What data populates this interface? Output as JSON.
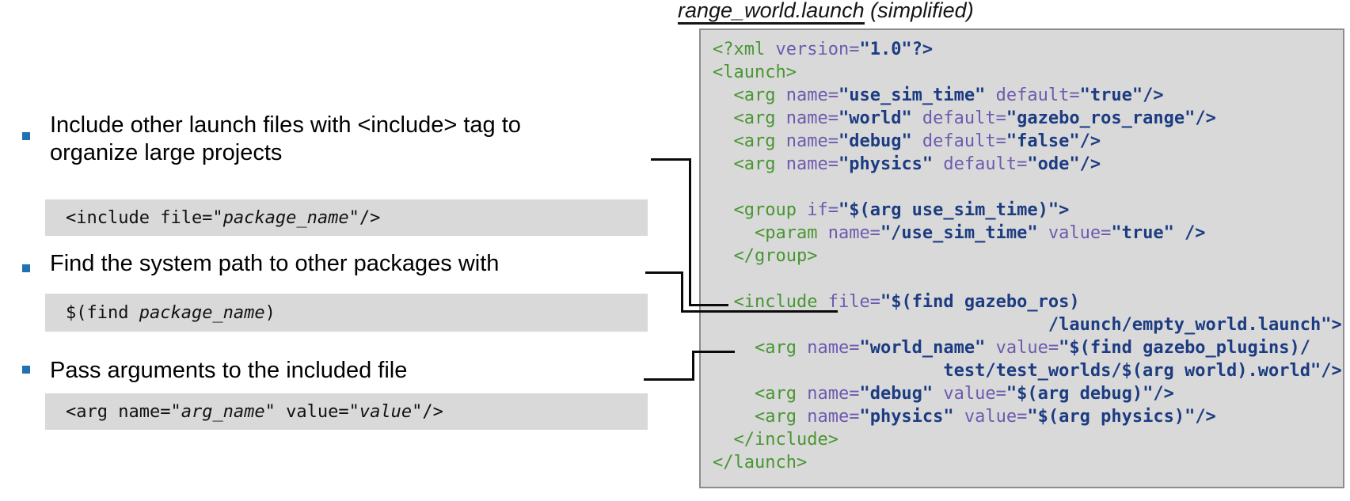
{
  "title": {
    "filename": "range_world.launch",
    "suffix": " (simplified)"
  },
  "bullets": [
    {
      "text": "Include other launch files with <include> tag to\norganize large projects",
      "code": [
        [
          "c",
          "<include file=\""
        ],
        [
          "i",
          "package_name"
        ],
        [
          "c",
          "\"/>"
        ]
      ]
    },
    {
      "text": "Find the system path to other packages with",
      "code": [
        [
          "c",
          "$(find "
        ],
        [
          "i",
          "package_name"
        ],
        [
          "c",
          ")"
        ]
      ]
    },
    {
      "text": "Pass arguments to the included file",
      "code": [
        [
          "c",
          "<arg name=\""
        ],
        [
          "i",
          "arg_name"
        ],
        [
          "c",
          "\" value=\""
        ],
        [
          "i",
          "value"
        ],
        [
          "c",
          "\"/>"
        ]
      ]
    }
  ],
  "code_block": {
    "lines": [
      [
        [
          "g",
          "<?xml "
        ],
        [
          "p",
          "version="
        ],
        [
          "b",
          "\"1.0\"?>"
        ]
      ],
      [
        [
          "g",
          "<launch>"
        ]
      ],
      [
        [
          "k",
          "  "
        ],
        [
          "g",
          "<arg "
        ],
        [
          "p",
          "name="
        ],
        [
          "b",
          "\"use_sim_time\""
        ],
        [
          "p",
          " default="
        ],
        [
          "b",
          "\"true\"/>"
        ]
      ],
      [
        [
          "k",
          "  "
        ],
        [
          "g",
          "<arg "
        ],
        [
          "p",
          "name="
        ],
        [
          "b",
          "\"world\""
        ],
        [
          "p",
          " default="
        ],
        [
          "b",
          "\"gazebo_ros_range\"/>"
        ]
      ],
      [
        [
          "k",
          "  "
        ],
        [
          "g",
          "<arg "
        ],
        [
          "p",
          "name="
        ],
        [
          "b",
          "\"debug\""
        ],
        [
          "p",
          " default="
        ],
        [
          "b",
          "\"false\"/>"
        ]
      ],
      [
        [
          "k",
          "  "
        ],
        [
          "g",
          "<arg "
        ],
        [
          "p",
          "name="
        ],
        [
          "b",
          "\"physics\""
        ],
        [
          "p",
          " default="
        ],
        [
          "b",
          "\"ode\"/>"
        ]
      ],
      [],
      [
        [
          "k",
          "  "
        ],
        [
          "g",
          "<group "
        ],
        [
          "p",
          "if="
        ],
        [
          "b",
          "\"$(arg use_sim_time)\">"
        ]
      ],
      [
        [
          "k",
          "    "
        ],
        [
          "g",
          "<param "
        ],
        [
          "p",
          "name="
        ],
        [
          "b",
          "\"/use_sim_time\""
        ],
        [
          "p",
          " value="
        ],
        [
          "b",
          "\"true\" />"
        ]
      ],
      [
        [
          "k",
          "  "
        ],
        [
          "g",
          "</group>"
        ]
      ],
      [],
      [
        [
          "k",
          "  "
        ],
        [
          "g",
          "<include "
        ],
        [
          "p",
          "file="
        ],
        [
          "b",
          "\"$(find gazebo_ros)"
        ]
      ],
      [
        [
          "b",
          "                                /launch/empty_world.launch\">"
        ]
      ],
      [
        [
          "k",
          "    "
        ],
        [
          "g",
          "<arg "
        ],
        [
          "p",
          "name="
        ],
        [
          "b",
          "\"world_name\""
        ],
        [
          "p",
          " value="
        ],
        [
          "b",
          "\"$(find gazebo_plugins)/"
        ]
      ],
      [
        [
          "b",
          "                      test/test_worlds/$(arg world).world\"/>"
        ]
      ],
      [
        [
          "k",
          "    "
        ],
        [
          "g",
          "<arg "
        ],
        [
          "p",
          "name="
        ],
        [
          "b",
          "\"debug\""
        ],
        [
          "p",
          " value="
        ],
        [
          "b",
          "\"$(arg debug)\"/>"
        ]
      ],
      [
        [
          "k",
          "    "
        ],
        [
          "g",
          "<arg "
        ],
        [
          "p",
          "name="
        ],
        [
          "b",
          "\"physics\""
        ],
        [
          "p",
          " value="
        ],
        [
          "b",
          "\"$(arg physics)\"/>"
        ]
      ],
      [
        [
          "k",
          "  "
        ],
        [
          "g",
          "</include>"
        ]
      ],
      [
        [
          "g",
          "</launch>"
        ]
      ]
    ]
  },
  "colors": {
    "bullet_blue": "#2271b3",
    "chip_background": "#d9d9d9",
    "codebox_background": "#d9d9d9",
    "codebox_border": "#8c8c8c",
    "tag_green": "#489632",
    "attr_purple": "#6e5aaf",
    "value_navy": "#1c3c82",
    "connector_black": "#0a0a0a"
  }
}
